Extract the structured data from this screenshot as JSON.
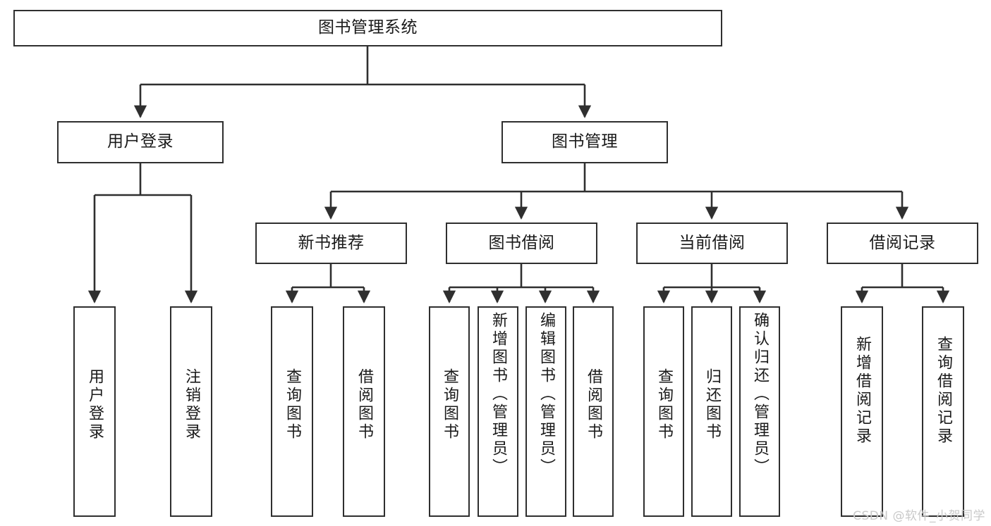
{
  "diagram": {
    "title": "图书管理系统",
    "type": "tree",
    "theme": {
      "background": "#ffffff",
      "node_border": "#2f2f2f",
      "node_fill": "#ffffff",
      "text": "#1a1a1a",
      "edge": "#2f2f2f",
      "watermark": "#c9c9c9"
    },
    "root": {
      "id": "root",
      "label": "图书管理系统"
    },
    "level2": [
      {
        "id": "user-login",
        "label": "用户登录"
      },
      {
        "id": "book-manage",
        "label": "图书管理"
      }
    ],
    "level3": [
      {
        "id": "new-book-recommend",
        "label": "新书推荐",
        "parent": "book-manage"
      },
      {
        "id": "book-borrow",
        "label": "图书借阅",
        "parent": "book-manage"
      },
      {
        "id": "current-borrow",
        "label": "当前借阅",
        "parent": "book-manage"
      },
      {
        "id": "borrow-record",
        "label": "借阅记录",
        "parent": "book-manage"
      }
    ],
    "leaves": [
      {
        "id": "leaf-user-login",
        "label": "用户登录",
        "parent": "user-login"
      },
      {
        "id": "leaf-user-logout",
        "label": "注销登录",
        "parent": "user-login"
      },
      {
        "id": "leaf-query-book-1",
        "label": "查询图书",
        "parent": "new-book-recommend"
      },
      {
        "id": "leaf-borrow-book-1",
        "label": "借阅图书",
        "parent": "new-book-recommend"
      },
      {
        "id": "leaf-query-book-2",
        "label": "查询图书",
        "parent": "book-borrow"
      },
      {
        "id": "leaf-add-book",
        "label": "新增图书（管理员）",
        "parent": "book-borrow"
      },
      {
        "id": "leaf-edit-book",
        "label": "编辑图书（管理员）",
        "parent": "book-borrow"
      },
      {
        "id": "leaf-borrow-book-2",
        "label": "借阅图书",
        "parent": "book-borrow"
      },
      {
        "id": "leaf-query-book-3",
        "label": "查询图书",
        "parent": "current-borrow"
      },
      {
        "id": "leaf-return-book",
        "label": "归还图书",
        "parent": "current-borrow"
      },
      {
        "id": "leaf-confirm-return",
        "label": "确认归还（管理员）",
        "parent": "current-borrow"
      },
      {
        "id": "leaf-add-record",
        "label": "新增借阅记录",
        "parent": "borrow-record"
      },
      {
        "id": "leaf-query-record",
        "label": "查询借阅记录",
        "parent": "borrow-record"
      }
    ]
  },
  "watermark": {
    "text": "CSDN @软件_小贺同学"
  }
}
